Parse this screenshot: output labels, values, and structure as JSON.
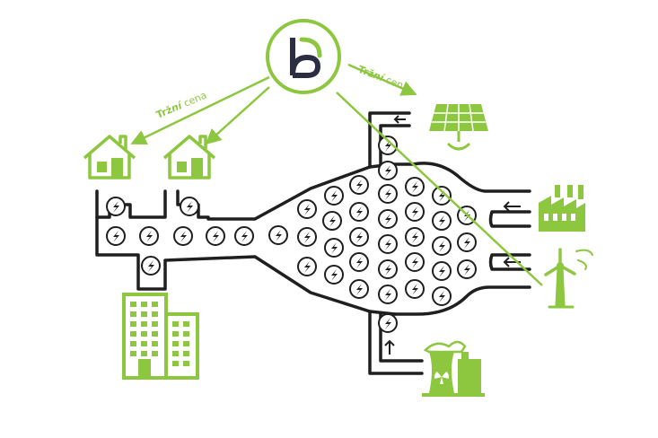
{
  "labels": {
    "price_left": {
      "strong": "Trž",
      "emph": "ní",
      "rest": " cena"
    },
    "price_right": {
      "strong": "Trž",
      "emph": "ní",
      "rest": " cena"
    }
  },
  "colors": {
    "accent": "#8dc63f",
    "line": "#1f1f1f",
    "logo_dark": "#2b2d42"
  },
  "icons": {
    "hub": "hub-logo-icon",
    "house": "house-icon",
    "building": "apartment-building-icon",
    "solar": "solar-panel-icon",
    "factory": "factory-icon",
    "wind": "wind-turbine-icon",
    "nuclear": "nuclear-plant-icon",
    "energy_token": "lightning-token-icon"
  }
}
